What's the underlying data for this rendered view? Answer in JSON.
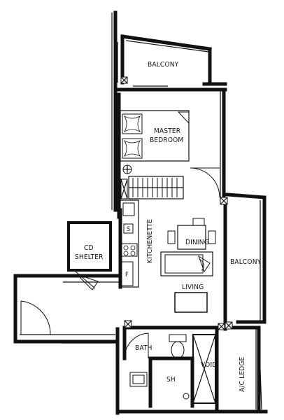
{
  "rooms": {
    "balcony_top": "BALCONY",
    "master_bedroom_line1": "MASTER",
    "master_bedroom_line2": "BEDROOM",
    "kitchenette": "KITCHENETTE",
    "dining": "DINING",
    "balcony_right": "BALCONY",
    "living": "LIVING",
    "cd_shelter_line1": "CD",
    "cd_shelter_line2": "SHELTER",
    "bath": "BATH",
    "sh": "SH",
    "void": "VOID",
    "ac_ledge": "A/C LEDGE",
    "fridge": "F",
    "stove": "S"
  }
}
